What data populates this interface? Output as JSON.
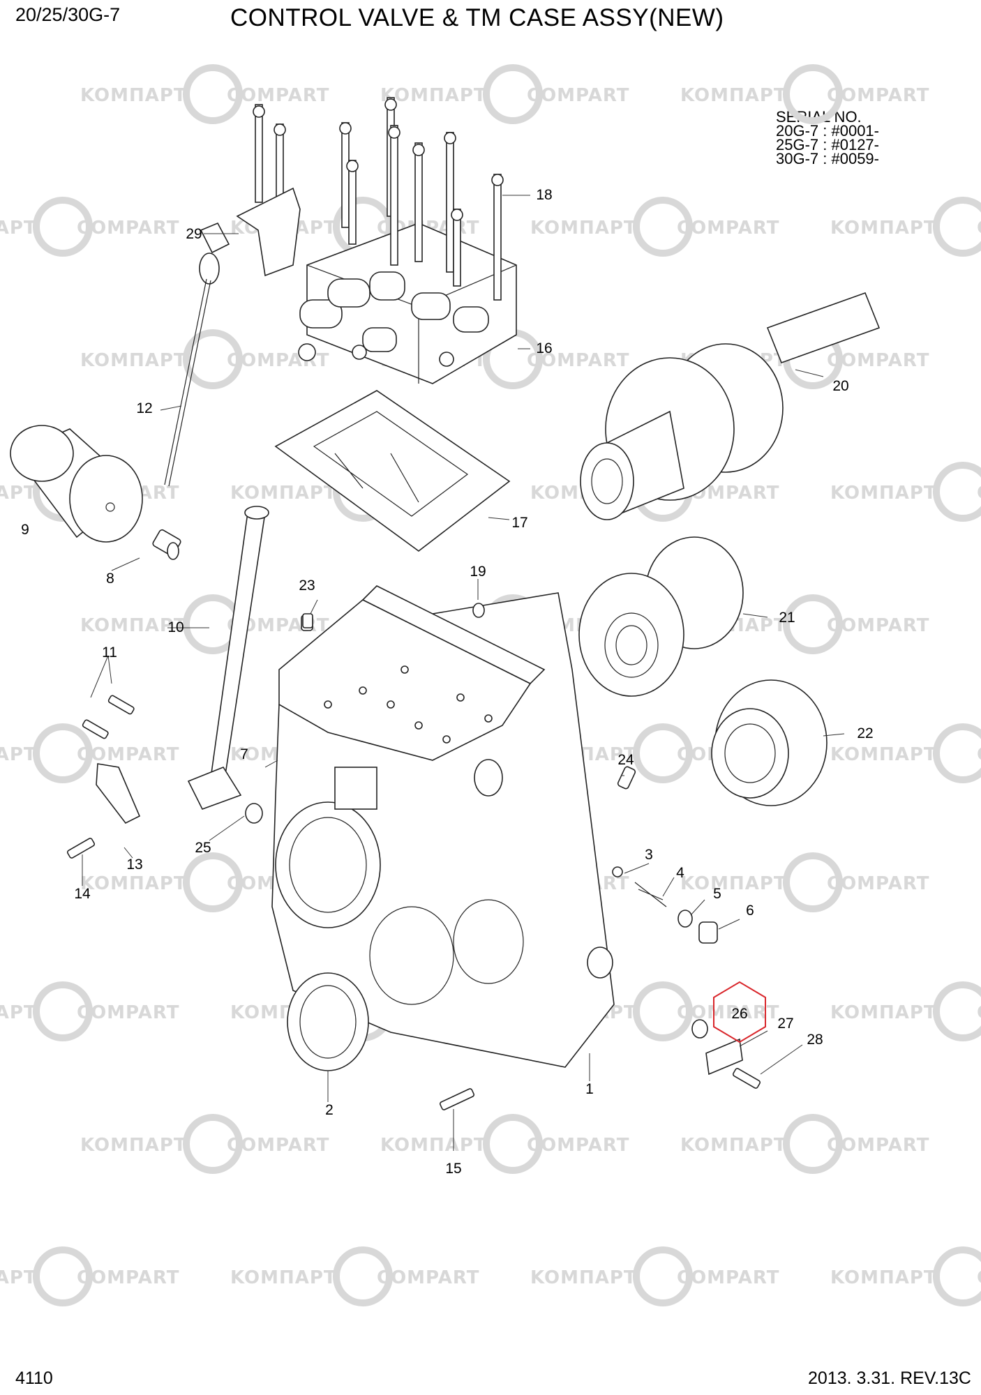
{
  "header": {
    "model": "20/25/30G-7",
    "title": "CONTROL VALVE & TM CASE ASSY(NEW)"
  },
  "serial": {
    "heading": "SERIAL NO.",
    "lines": [
      "20G-7 : #0001-",
      "25G-7 : #0127-",
      "30G-7 : #0059-"
    ]
  },
  "footer": {
    "page": "4110",
    "date_rev": "2013. 3.31.  REV.13C"
  },
  "watermark": {
    "words": [
      "KOMПAPT",
      "COMPART"
    ],
    "color": "#d8d8d8"
  },
  "highlight": {
    "callout": "26",
    "color": "#d9262b"
  },
  "callouts": [
    "1",
    "2",
    "3",
    "4",
    "5",
    "6",
    "7",
    "8",
    "9",
    "10",
    "11",
    "12",
    "13",
    "14",
    "15",
    "16",
    "17",
    "18",
    "19",
    "20",
    "21",
    "22",
    "23",
    "24",
    "25",
    "27",
    "28",
    "29"
  ]
}
